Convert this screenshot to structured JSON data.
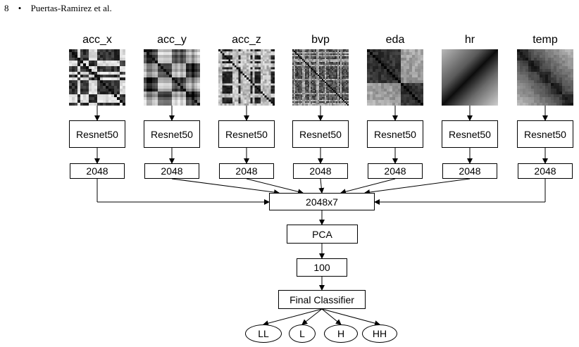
{
  "running_head": {
    "page_number": "8",
    "bullet": "•",
    "authors": "Puertas-Ramirez et al."
  },
  "diagram": {
    "modalities": [
      {
        "label": "acc_x",
        "pattern": "grid-high-contrast"
      },
      {
        "label": "acc_y",
        "pattern": "grid-large-blocks"
      },
      {
        "label": "acc_z",
        "pattern": "grid-fine"
      },
      {
        "label": "bvp",
        "pattern": "fine-noise"
      },
      {
        "label": "eda",
        "pattern": "quadrants"
      },
      {
        "label": "hr",
        "pattern": "smooth-gradient"
      },
      {
        "label": "temp",
        "pattern": "diagonal-blocks"
      }
    ],
    "backbone_label": "Resnet50",
    "feature_label": "2048",
    "concat_label": "2048x7",
    "pca_label": "PCA",
    "reduced_label": "100",
    "classifier_label": "Final Classifier",
    "classes": [
      "LL",
      "L",
      "H",
      "HH"
    ]
  }
}
